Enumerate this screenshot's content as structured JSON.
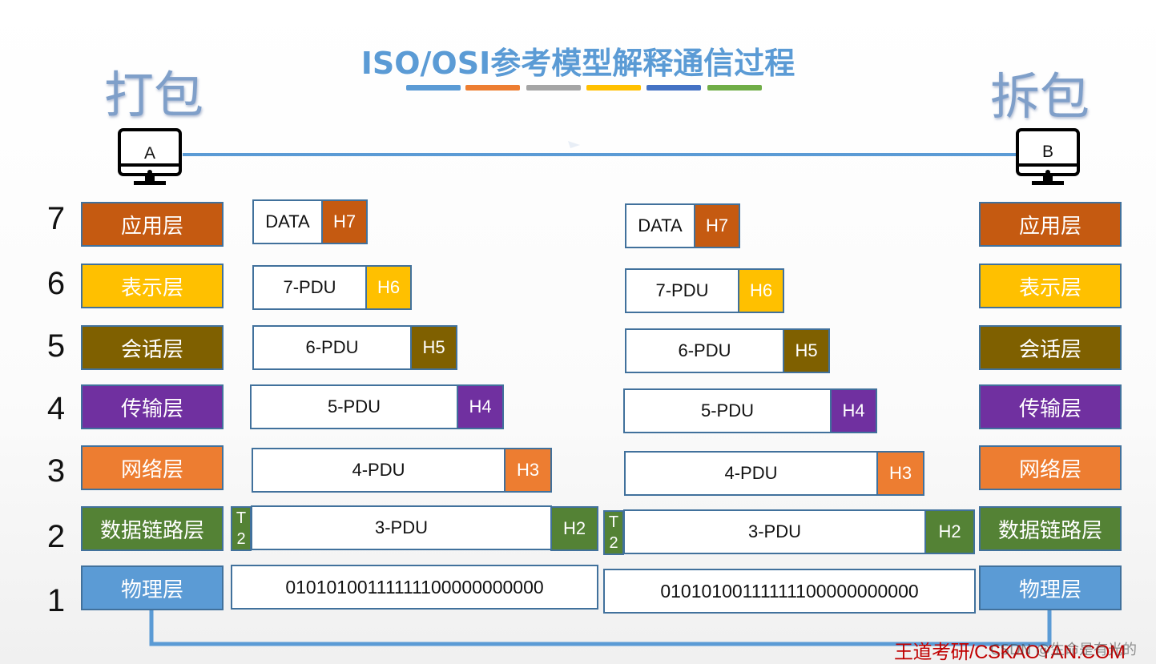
{
  "title": "ISO/OSI参考模型解释通信过程",
  "title_bars": [
    "#5b9bd5",
    "#ed7d31",
    "#a5a5a5",
    "#ffc000",
    "#4472c4",
    "#70ad47"
  ],
  "left": {
    "label": "打包",
    "host": "A"
  },
  "right": {
    "label": "拆包",
    "host": "B"
  },
  "rows": [
    {
      "num": "7",
      "name": "应用层",
      "color": "#c55a11",
      "pdu": "DATA",
      "header": "H7"
    },
    {
      "num": "6",
      "name": "表示层",
      "color": "#ffc000",
      "pdu": "7-PDU",
      "header": "H6"
    },
    {
      "num": "5",
      "name": "会话层",
      "color": "#7f6000",
      "pdu": "6-PDU",
      "header": "H5"
    },
    {
      "num": "4",
      "name": "传输层",
      "color": "#7030a0",
      "pdu": "5-PDU",
      "header": "H4"
    },
    {
      "num": "3",
      "name": "网络层",
      "color": "#ed7d31",
      "pdu": "4-PDU",
      "header": "H3"
    },
    {
      "num": "2",
      "name": "数据链路层",
      "color": "#548235",
      "pdu": "3-PDU",
      "header": "H2",
      "trailer": [
        "T",
        "2"
      ]
    },
    {
      "num": "1",
      "name": "物理层",
      "color": "#5b9bd5",
      "bits": "01010100111111100000000000"
    }
  ],
  "watermark": "王道考研/CSKAOYAN.COM",
  "watermark_overlay": "CSDN @生命是有光的",
  "icons": {
    "computer": "monitor-icon"
  }
}
